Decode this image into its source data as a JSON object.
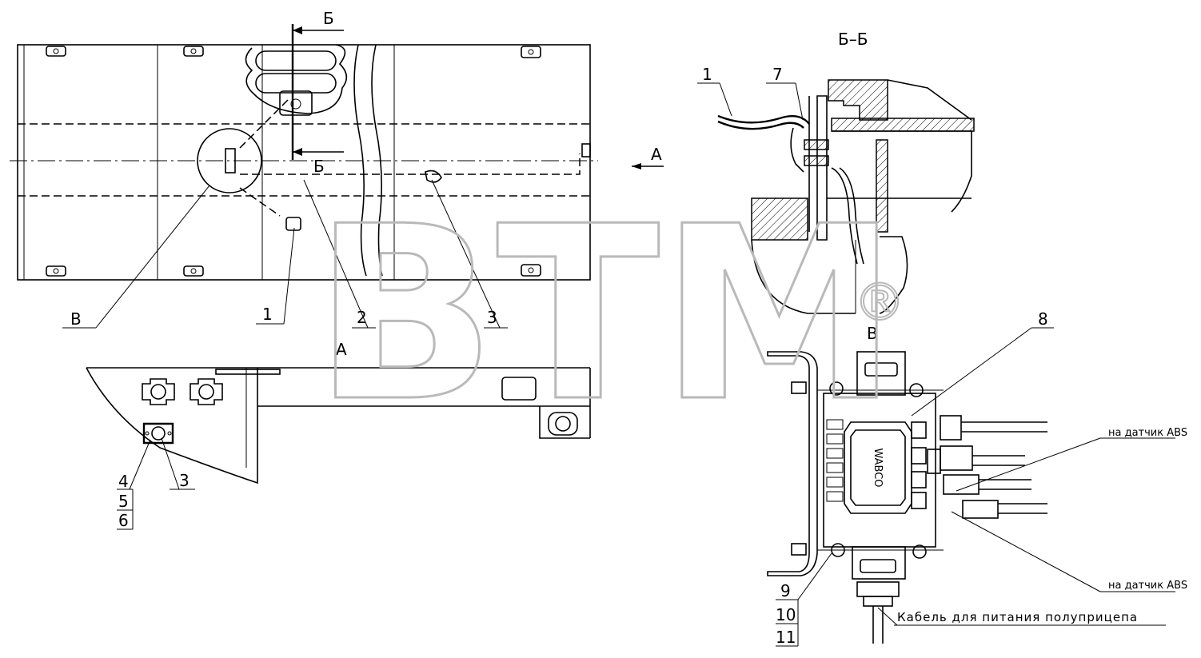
{
  "top_view": {
    "section_mark_top": "Б",
    "section_mark_bottom": "Б",
    "view_mark": "А",
    "callouts": {
      "c1": "1",
      "c2": "2",
      "c3": "3",
      "cV": "В"
    }
  },
  "view_a": {
    "title": "А",
    "callouts": {
      "c4": "4",
      "c5": "5",
      "c6": "6",
      "c3": "3"
    }
  },
  "section_bb": {
    "title": "Б–Б",
    "callouts": {
      "c1": "1",
      "c7": "7"
    }
  },
  "view_v": {
    "title": "В",
    "callouts": {
      "c8": "8",
      "c9": "9",
      "c10": "10",
      "c11": "11"
    },
    "note_abs_top": "на датчик ABS",
    "note_abs_bottom": "на датчик ABS",
    "cable_label": "Кабель для питания полуприцепа",
    "module_text": "WABCO"
  },
  "watermark": {
    "text": "BTM",
    "reg": "®"
  }
}
